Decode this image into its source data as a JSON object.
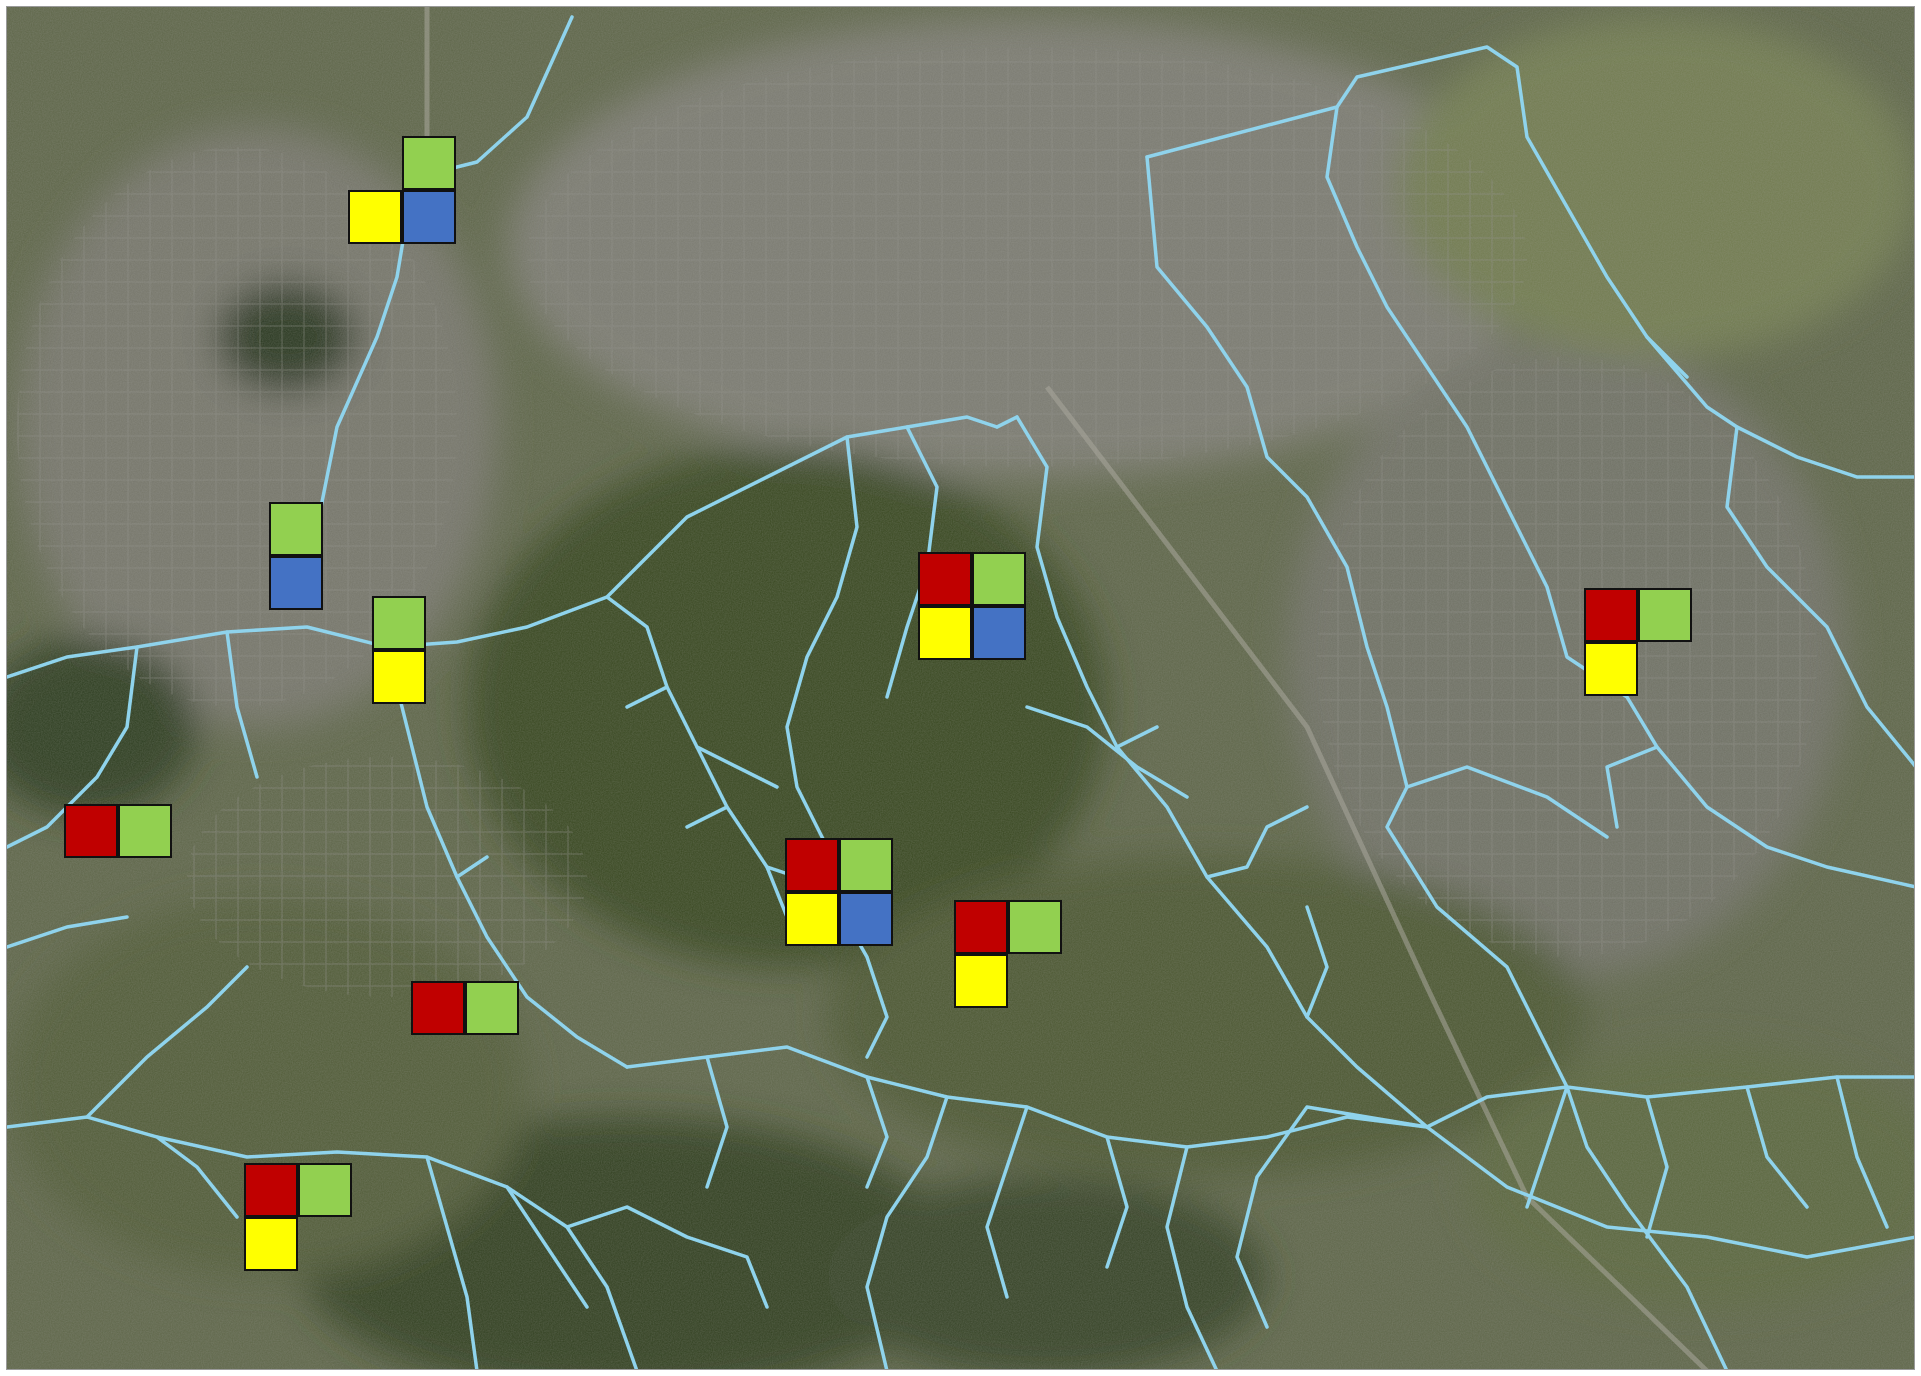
{
  "map": {
    "basemap": "satellite-imagery",
    "stream_color": "#8fd3ec",
    "legend_colors": {
      "red": "#c00000",
      "green": "#92d050",
      "yellow": "#ffff00",
      "blue": "#4472c4"
    }
  },
  "markers": [
    {
      "id": "site-1",
      "cells": [
        null,
        "#92d050",
        "#ffff00",
        "#4472c4"
      ]
    },
    {
      "id": "site-2",
      "cells": [
        "#92d050",
        null,
        "#4472c4",
        null
      ]
    },
    {
      "id": "site-3",
      "cells": [
        "#92d050",
        null,
        "#ffff00",
        null
      ]
    },
    {
      "id": "site-4",
      "cells": [
        "#c00000",
        "#92d050",
        "#ffff00",
        "#4472c4"
      ]
    },
    {
      "id": "site-5",
      "cells": [
        "#c00000",
        "#92d050",
        "#ffff00",
        null
      ]
    },
    {
      "id": "site-6",
      "cells": [
        "#c00000",
        "#92d050",
        null,
        null
      ]
    },
    {
      "id": "site-7",
      "cells": [
        "#c00000",
        "#92d050",
        "#ffff00",
        "#4472c4"
      ]
    },
    {
      "id": "site-8",
      "cells": [
        "#c00000",
        "#92d050",
        "#ffff00",
        null
      ]
    },
    {
      "id": "site-9",
      "cells": [
        "#c00000",
        "#92d050",
        null,
        null
      ]
    },
    {
      "id": "site-10",
      "cells": [
        "#c00000",
        "#92d050",
        "#ffff00",
        null
      ]
    }
  ]
}
